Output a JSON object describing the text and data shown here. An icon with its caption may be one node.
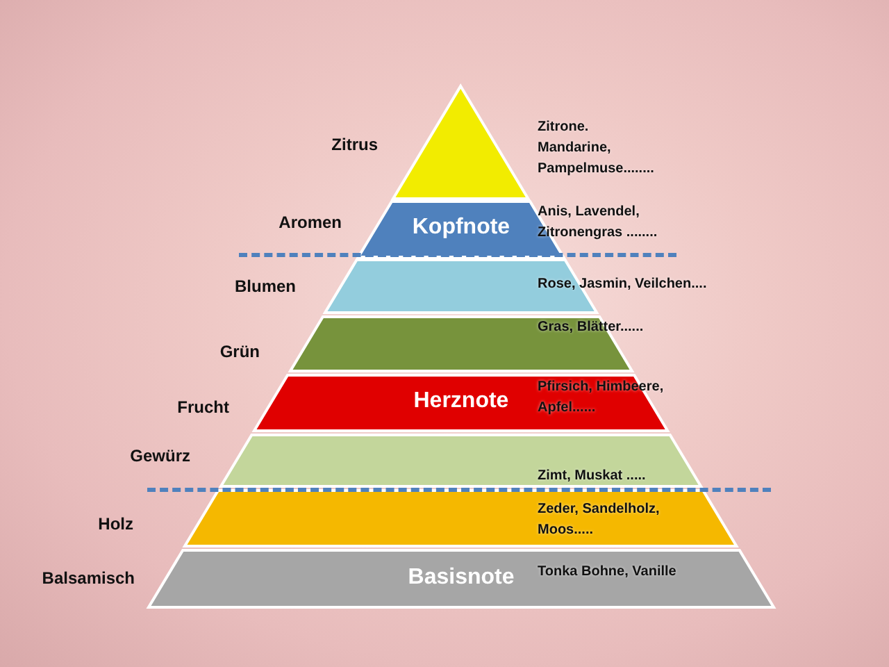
{
  "diagram": {
    "nodes": [
      {
        "text": [],
        "shape": "triangle"
      },
      {
        "text": [
          "Kopfnote"
        ]
      },
      {
        "text": [],
        "shape": "bar"
      },
      {
        "text": [],
        "shape": "bar"
      },
      {
        "text": [
          "Herznote"
        ]
      },
      {
        "text": [],
        "shape": "bar"
      },
      {
        "text": [],
        "shape": "bar"
      },
      {
        "text": [
          "Basisnote"
        ]
      }
    ],
    "labels": [
      "Zitrus",
      "Zitrone. Mandarine, Pampelmuse........",
      "Aromen",
      "Anis, Lavendel, Zitronengras ........",
      "Blumen",
      "Rose, Jasmin, Veilchen....",
      "Grün",
      "Gras, Blätter......",
      "Frucht",
      "Pfirsich, Himbeere, Apfel......",
      "Gewürz",
      "Zimt, Muskat .....",
      "Holz",
      "Zeder, Sandelholz, Moos.....",
      "Balsamisch",
      "Tonka Bohne, Vanille"
    ]
  }
}
